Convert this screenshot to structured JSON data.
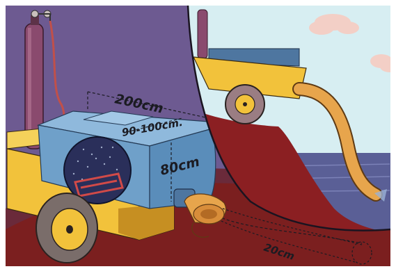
{
  "illustration": {
    "labels": {
      "tank_length": "200cm",
      "tank_width": "90-100cm.",
      "tank_height": "80cm",
      "hose_depth": "20cm"
    },
    "colors": {
      "sky_purple": "#6e5a92",
      "ground_red": "#7c1f1e",
      "cart_yellow": "#f2c23b",
      "tank_blue": "#6fa0c9",
      "gas_cylinder": "#8a4a6e",
      "hose_orange": "#e7a54c",
      "water_blue": "#5a5f96",
      "cloud_pink": "#f3cfc6"
    }
  }
}
